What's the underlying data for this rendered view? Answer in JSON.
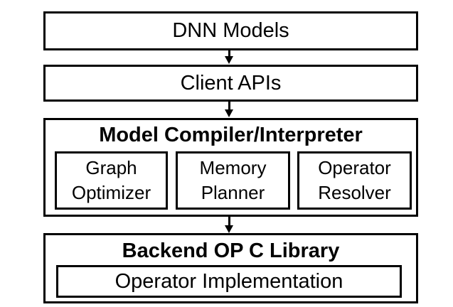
{
  "diagram": {
    "dnn_models": "DNN Models",
    "client_apis": "Client APIs",
    "compiler": {
      "title": "Model Compiler/Interpreter",
      "graph_optimizer": [
        "Graph",
        "Optimizer"
      ],
      "memory_planner": [
        "Memory",
        "Planner"
      ],
      "operator_resolver": [
        "Operator",
        "Resolver"
      ]
    },
    "backend": {
      "title": "Backend OP C Library",
      "operator_implementation": "Operator Implementation"
    }
  }
}
